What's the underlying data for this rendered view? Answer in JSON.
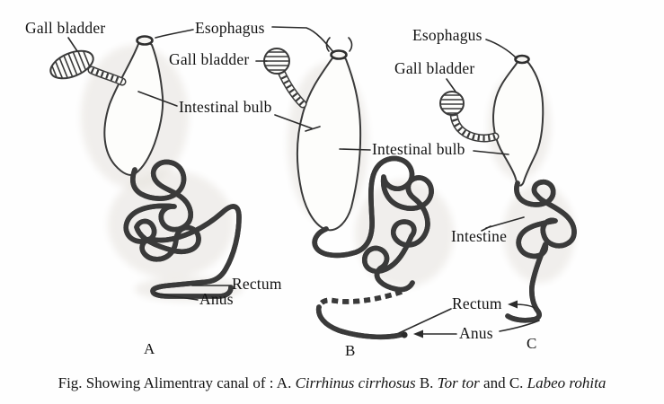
{
  "colors": {
    "ink": "#3a3a3a",
    "text": "#141414",
    "background": "#fefefe",
    "pencil_shading": "#e6e2dd"
  },
  "labels": {
    "gall_bladder_a": "Gall bladder",
    "esophagus_ab": "Esophagus",
    "gall_bladder_b": "Gall bladder",
    "intestinal_bulb_ab": "Intestinal bulb",
    "esophagus_c": "Esophagus",
    "gall_bladder_c": "Gall bladder",
    "intestinal_bulb_bc": "Intestinal bulb",
    "intestine_c": "Intestine",
    "rectum_a": "Rectum",
    "anus_a": "Anus",
    "rectum_bc": "Rectum",
    "anus_bc": "Anus"
  },
  "panel_letters": {
    "a": "A",
    "b": "B",
    "c": "C"
  },
  "caption": {
    "prefix": "Fig. Showing Alimentray canal of : A. ",
    "species_a": "Cirrhinus cirrhosus",
    "sep_b": " B. ",
    "species_b": "Tor tor",
    "sep_c": " and C. ",
    "species_c": "Labeo rohita"
  }
}
